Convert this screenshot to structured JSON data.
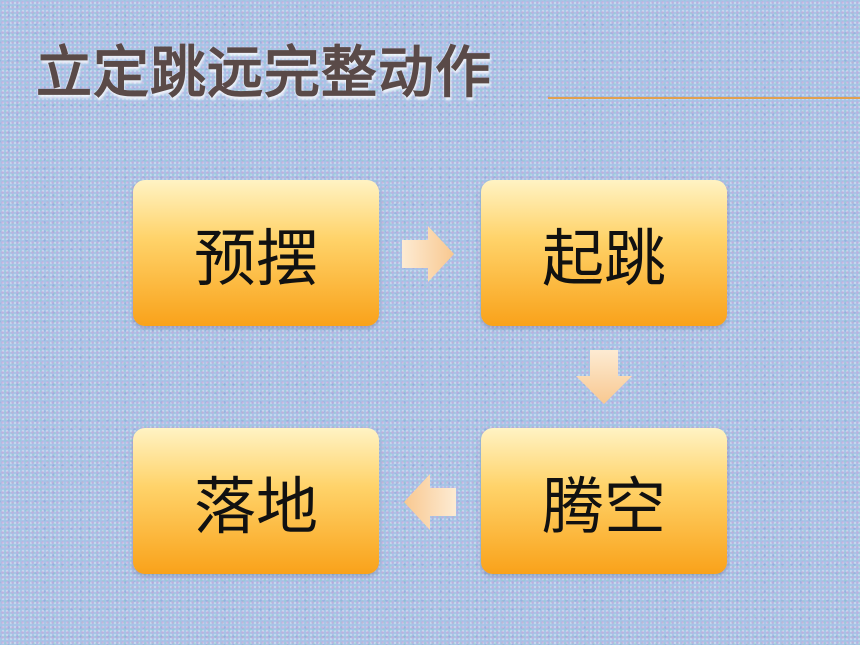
{
  "slide": {
    "title": "立定跳远完整动作",
    "steps": [
      {
        "label": "预摆"
      },
      {
        "label": "起跳"
      },
      {
        "label": "腾空"
      },
      {
        "label": "落地"
      }
    ],
    "arrows": [
      "right-arrow-icon",
      "down-arrow-icon",
      "left-arrow-icon"
    ]
  },
  "colors": {
    "background": "#a6c3e6",
    "box_top": "#fff3c4",
    "box_bottom": "#f9a21a",
    "title_text": "#5a4a48",
    "title_rule": "#e0a050",
    "arrow_fill": "#fcd9b0"
  }
}
